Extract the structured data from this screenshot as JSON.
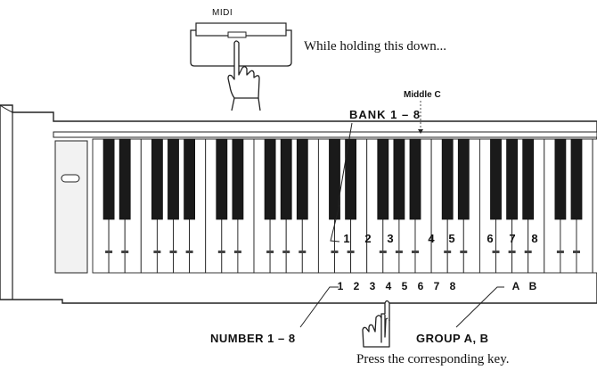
{
  "midi_button": {
    "label": "MIDI"
  },
  "instruction_top": "While holding this down...",
  "middle_c_label": "Middle C",
  "bank_label": "BANK 1 – 8",
  "bank_numbers": [
    "1",
    "2",
    "3",
    "4",
    "5",
    "6",
    "7",
    "8"
  ],
  "number_keys": [
    "1",
    "2",
    "3",
    "4",
    "5",
    "6",
    "7",
    "8"
  ],
  "group_keys": [
    "A",
    "B"
  ],
  "number_label": "NUMBER 1 – 8",
  "group_label": "GROUP A, B",
  "instruction_bottom": "Press the corresponding key."
}
